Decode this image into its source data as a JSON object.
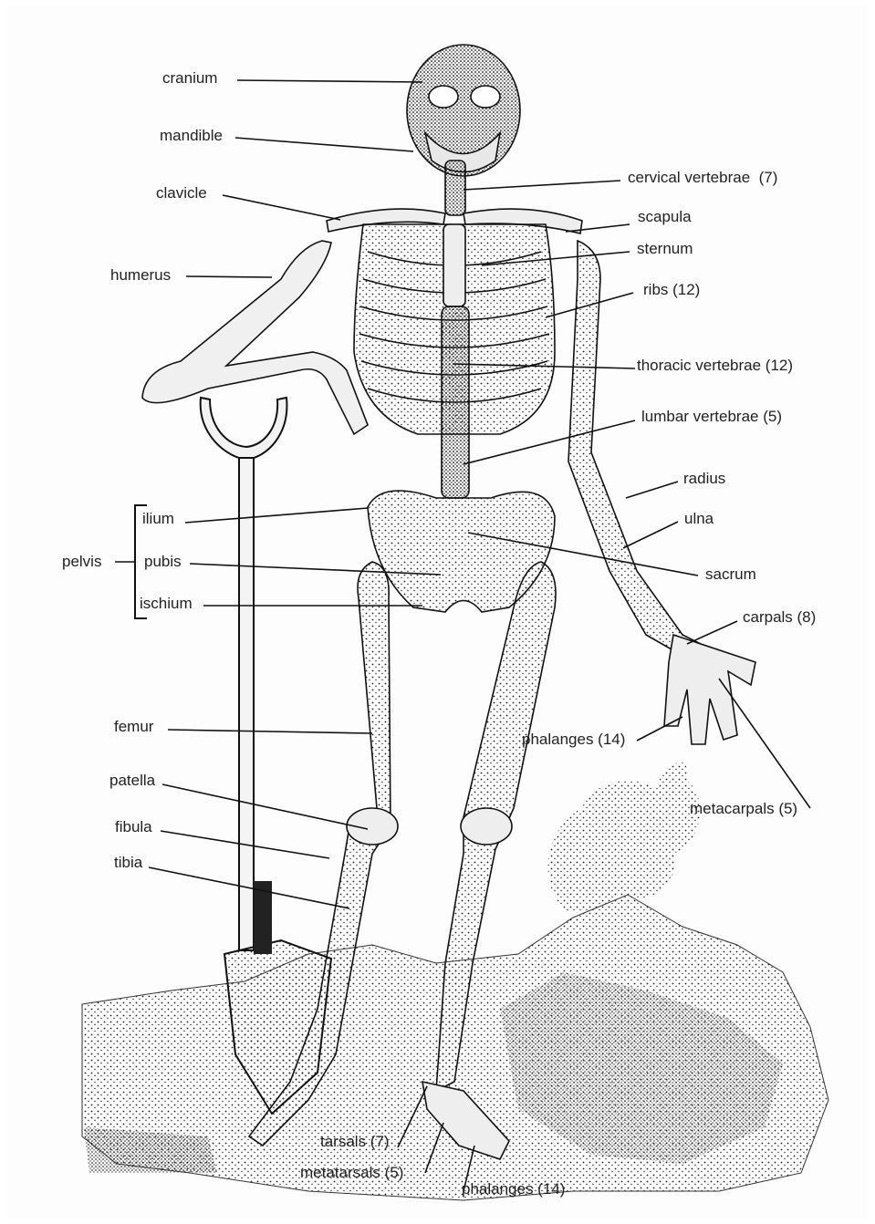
{
  "labels": {
    "cranium": "cranium",
    "mandible": "mandible",
    "clavicle": "clavicle",
    "humerus": "humerus",
    "cervical_vertebrae": "cervical vertebrae  (7)",
    "scapula": "scapula",
    "sternum": "sternum",
    "ribs": "ribs (12)",
    "thoracic_vertebrae": "thoracic vertebrae (12)",
    "lumbar_vertebrae": "lumbar vertebrae (5)",
    "radius": "radius",
    "ulna": "ulna",
    "ilium": "ilium",
    "pubis": "pubis",
    "ischium": "ischium",
    "pelvis": "pelvis",
    "sacrum": "sacrum",
    "carpals": "carpals (8)",
    "femur": "femur",
    "phalanges_hand": "phalanges (14)",
    "patella": "patella",
    "metacarpals": "metacarpals (5)",
    "fibula": "fibula",
    "tibia": "tibia",
    "tarsals": "tarsals (7)",
    "metatarsals": "metatarsals (5)",
    "phalanges_foot": "phalanges (14)"
  },
  "colors": {
    "ink": "#1a1a1a",
    "bone": "#efefef",
    "paper": "#fdfdfd"
  }
}
